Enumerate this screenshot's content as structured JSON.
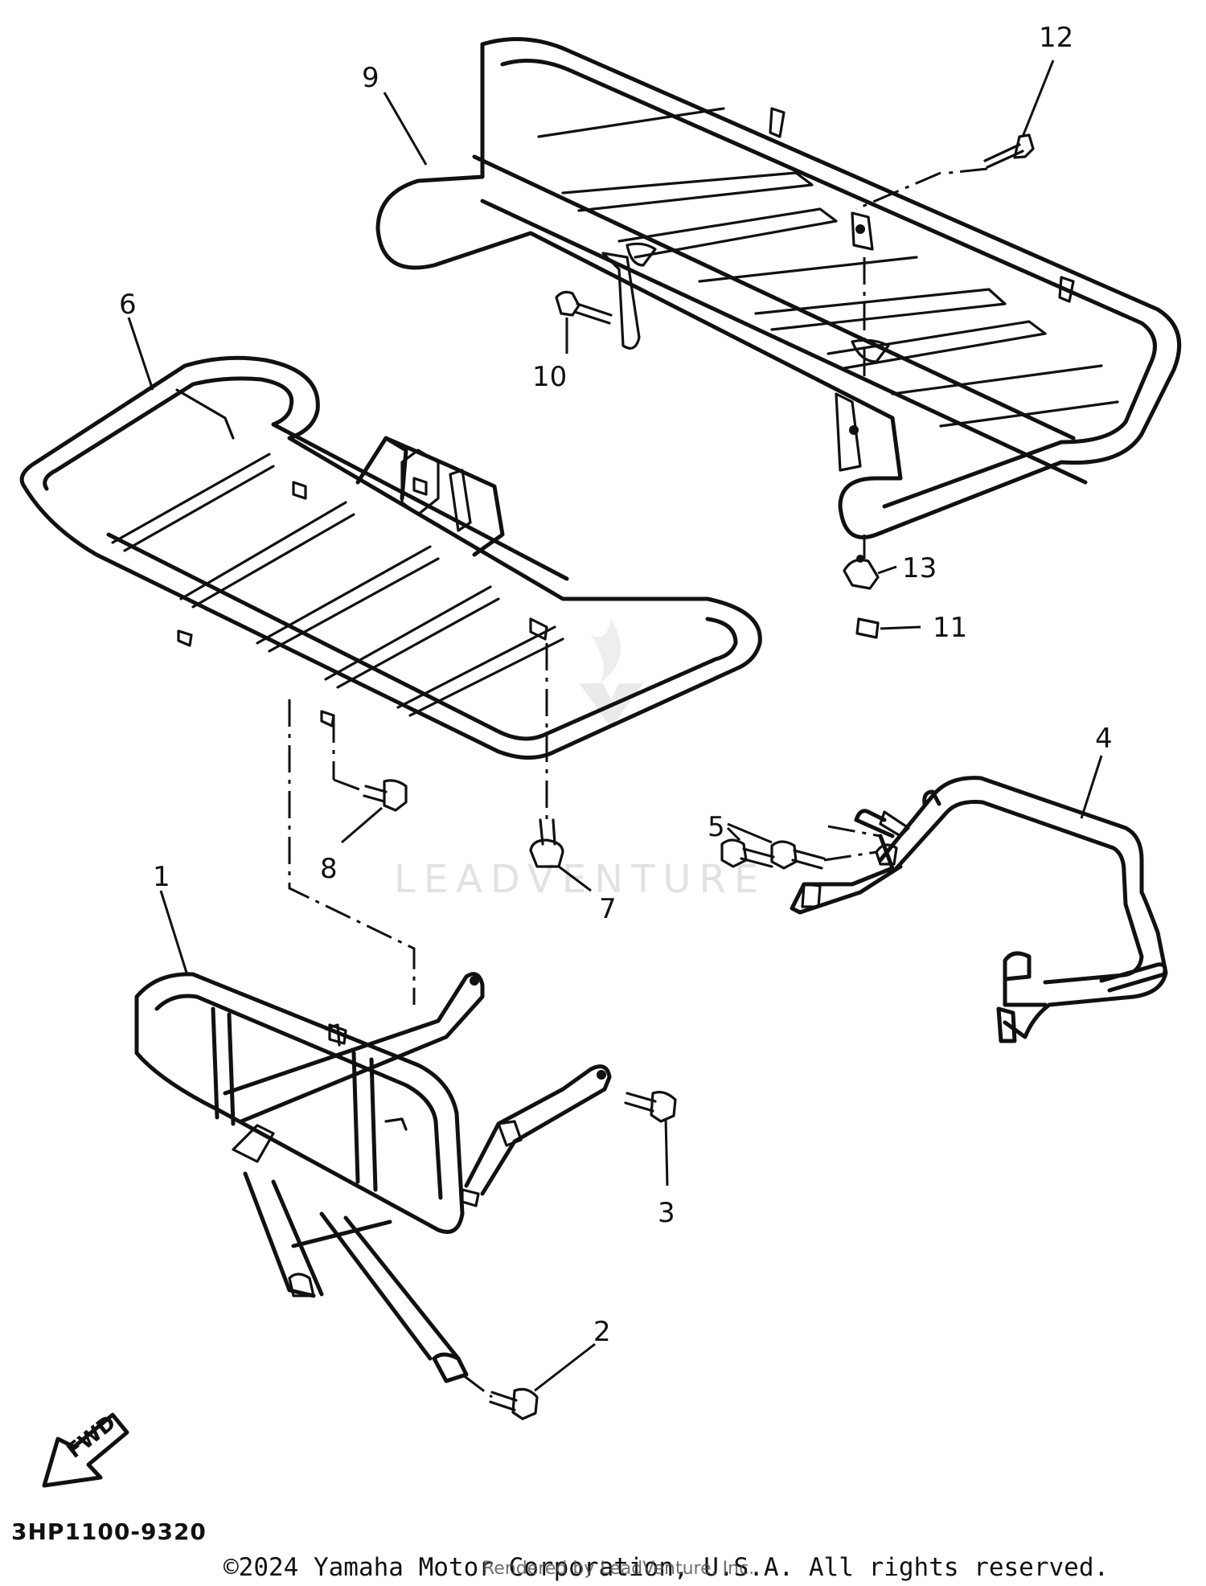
{
  "diagram": {
    "callouts": [
      {
        "id": "1",
        "label": "1"
      },
      {
        "id": "2",
        "label": "2"
      },
      {
        "id": "3",
        "label": "3"
      },
      {
        "id": "4",
        "label": "4"
      },
      {
        "id": "5",
        "label": "5"
      },
      {
        "id": "6",
        "label": "6"
      },
      {
        "id": "7",
        "label": "7"
      },
      {
        "id": "8",
        "label": "8"
      },
      {
        "id": "9",
        "label": "9"
      },
      {
        "id": "10",
        "label": "10"
      },
      {
        "id": "11",
        "label": "11"
      },
      {
        "id": "12",
        "label": "12"
      },
      {
        "id": "13",
        "label": "13"
      }
    ],
    "fwd_label": "FWD",
    "diagram_code": "3HP1100-9320",
    "copyright": "©2024 Yamaha Motor Corporation, U.S.A. All rights reserved.",
    "rendered_by": "Rendered by LeadVenture, Inc.",
    "watermark": "LEADVENTURE"
  }
}
